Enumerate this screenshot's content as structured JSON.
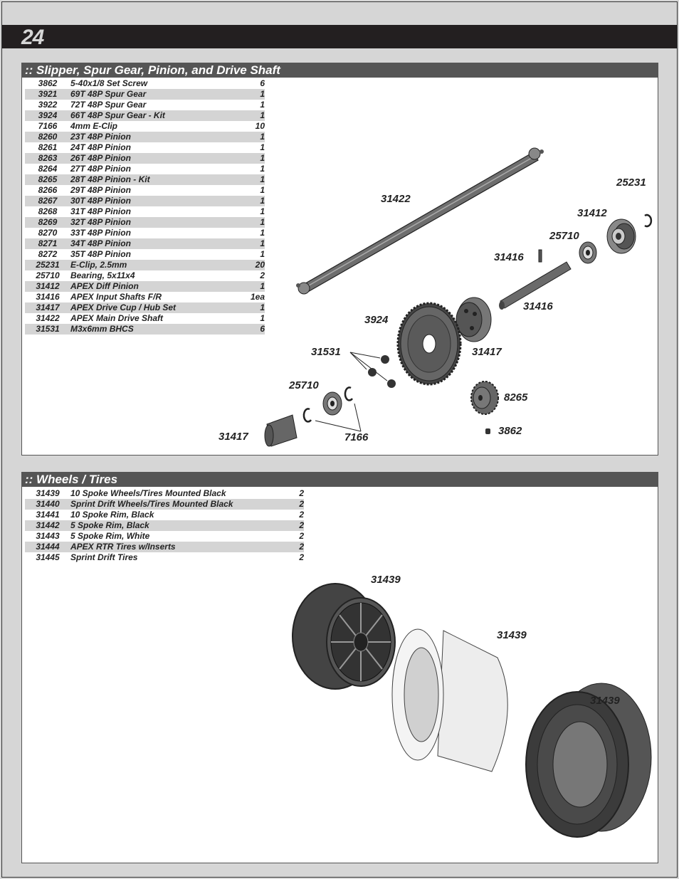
{
  "page": {
    "number": "24"
  },
  "section1": {
    "title": ":: Slipper, Spur Gear, Pinion, and Drive Shaft",
    "parts": [
      {
        "id": "3862",
        "desc": "5-40x1/8 Set Screw",
        "qty": "6"
      },
      {
        "id": "3921",
        "desc": "69T 48P Spur Gear",
        "qty": "1"
      },
      {
        "id": "3922",
        "desc": "72T 48P Spur Gear",
        "qty": "1"
      },
      {
        "id": "3924",
        "desc": "66T 48P Spur Gear - Kit",
        "qty": "1"
      },
      {
        "id": "7166",
        "desc": "4mm E-Clip",
        "qty": "10"
      },
      {
        "id": "8260",
        "desc": "23T 48P Pinion",
        "qty": "1"
      },
      {
        "id": "8261",
        "desc": "24T 48P Pinion",
        "qty": "1"
      },
      {
        "id": "8263",
        "desc": "26T 48P Pinion",
        "qty": "1"
      },
      {
        "id": "8264",
        "desc": "27T 48P Pinion",
        "qty": "1"
      },
      {
        "id": "8265",
        "desc": "28T 48P Pinion - Kit",
        "qty": "1"
      },
      {
        "id": "8266",
        "desc": "29T 48P Pinion",
        "qty": "1"
      },
      {
        "id": "8267",
        "desc": "30T 48P Pinion",
        "qty": "1"
      },
      {
        "id": "8268",
        "desc": "31T 48P Pinion",
        "qty": "1"
      },
      {
        "id": "8269",
        "desc": "32T 48P Pinion",
        "qty": "1"
      },
      {
        "id": "8270",
        "desc": "33T 48P Pinion",
        "qty": "1"
      },
      {
        "id": "8271",
        "desc": "34T 48P Pinion",
        "qty": "1"
      },
      {
        "id": "8272",
        "desc": "35T 48P Pinion",
        "qty": "1"
      },
      {
        "id": "25231",
        "desc": "E-Clip, 2.5mm",
        "qty": "20"
      },
      {
        "id": "25710",
        "desc": "Bearing, 5x11x4",
        "qty": "2"
      },
      {
        "id": "31412",
        "desc": "APEX Diff Pinion",
        "qty": "1"
      },
      {
        "id": "31416",
        "desc": "APEX Input Shafts F/R",
        "qty": "1ea"
      },
      {
        "id": "31417",
        "desc": "APEX Drive Cup / Hub Set",
        "qty": "1"
      },
      {
        "id": "31422",
        "desc": "APEX Main Drive Shaft",
        "qty": "1"
      },
      {
        "id": "31531",
        "desc": "M3x6mm BHCS",
        "qty": "6"
      }
    ],
    "callouts": {
      "c31422": "31422",
      "c25231": "25231",
      "c31412": "31412",
      "c25710a": "25710",
      "c31416a": "31416",
      "c31416b": "31416",
      "c3924": "3924",
      "c31531": "31531",
      "c31417a": "31417",
      "c25710b": "25710",
      "c8265": "8265",
      "c3862": "3862",
      "c31417b": "31417",
      "c7166": "7166"
    }
  },
  "section2": {
    "title": ":: Wheels / Tires",
    "parts": [
      {
        "id": "31439",
        "desc": "10 Spoke Wheels/Tires Mounted Black",
        "qty": "2"
      },
      {
        "id": "31440",
        "desc": "Sprint Drift Wheels/Tires Mounted Black",
        "qty": "2"
      },
      {
        "id": "31441",
        "desc": "10 Spoke Rim, Black",
        "qty": "2"
      },
      {
        "id": "31442",
        "desc": "5 Spoke Rim, Black",
        "qty": "2"
      },
      {
        "id": "31443",
        "desc": "5 Spoke Rim, White",
        "qty": "2"
      },
      {
        "id": "31444",
        "desc": "APEX RTR Tires w/Inserts",
        "qty": "2"
      },
      {
        "id": "31445",
        "desc": "Sprint Drift Tires",
        "qty": "2"
      }
    ],
    "callouts": {
      "rim": "31439",
      "insert": "31439",
      "tire": "31439"
    }
  }
}
